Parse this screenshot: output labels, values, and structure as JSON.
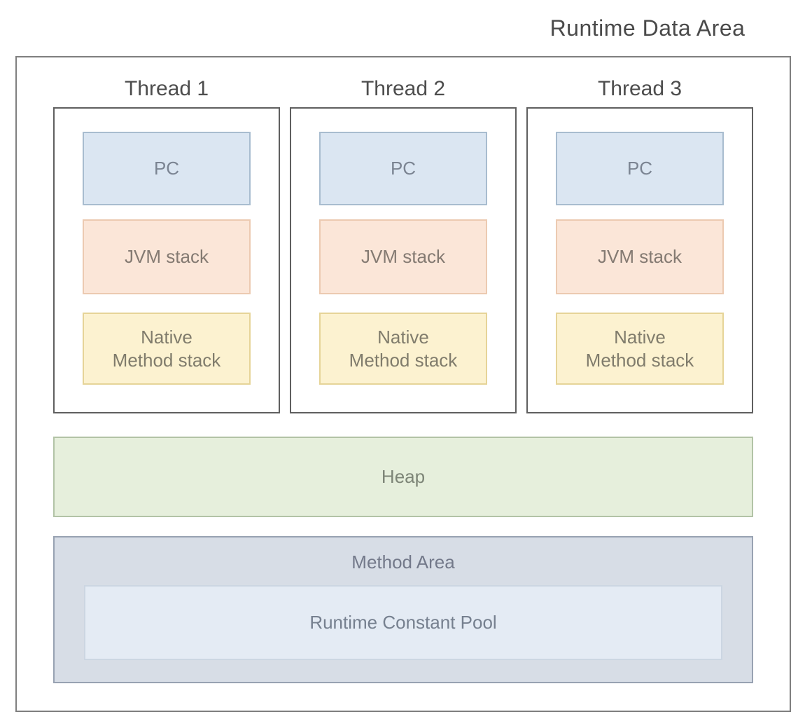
{
  "title": "Runtime Data Area",
  "threads": [
    {
      "label": "Thread 1",
      "pc": "PC",
      "jvm_stack": "JVM stack",
      "native_method_stack": [
        "Native",
        "Method stack"
      ]
    },
    {
      "label": "Thread 2",
      "pc": "PC",
      "jvm_stack": "JVM stack",
      "native_method_stack": [
        "Native",
        "Method stack"
      ]
    },
    {
      "label": "Thread 3",
      "pc": "PC",
      "jvm_stack": "JVM stack",
      "native_method_stack": [
        "Native",
        "Method stack"
      ]
    }
  ],
  "heap": {
    "label": "Heap"
  },
  "method_area": {
    "label": "Method Area",
    "runtime_constant_pool": "Runtime Constant Pool"
  },
  "colors": {
    "outer_border": "#7f7f7f",
    "thread_box_border": "#5f5f5f",
    "pc_fill": "#dbe6f2",
    "pc_border": "#a8bccf",
    "jvm_stack_fill": "#fbe6d8",
    "jvm_stack_border": "#eccab1",
    "native_stack_fill": "#fcf2d0",
    "native_stack_border": "#e6d498",
    "heap_fill": "#e6efdc",
    "heap_border": "#b2c3a6",
    "method_area_fill": "#d7dde6",
    "method_area_border": "#98a2b2",
    "runtime_constant_pool_fill": "#e4ebf4",
    "runtime_constant_pool_border": "#ccd6e2",
    "heading_text": "#4d4d4d",
    "label_text": "#7f7f7f"
  }
}
